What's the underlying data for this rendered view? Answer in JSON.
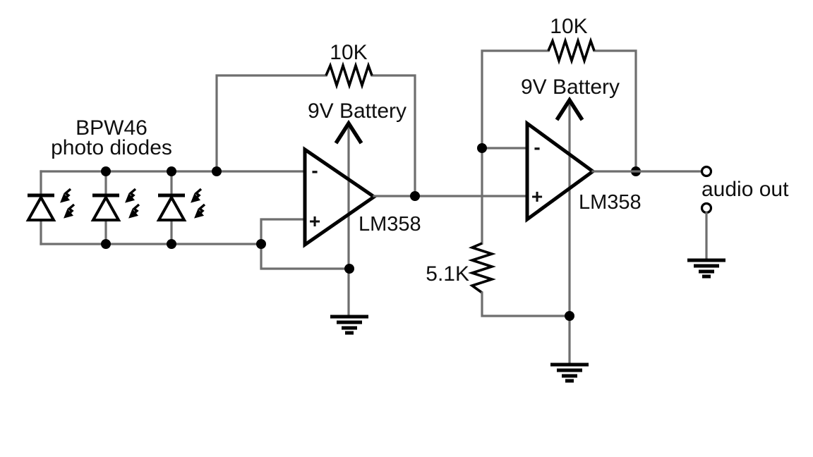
{
  "schematic": {
    "colors": {
      "background": "#ffffff",
      "wire": "#6e6e6e",
      "symbol": "#000000",
      "text": "#0f0f0f"
    },
    "photodiode_array": {
      "label_line1": "BPW46",
      "label_line2": "photo diodes",
      "diode_count": 3
    },
    "stage1": {
      "feedback_resistor_label": "10K",
      "power_label": "9V Battery",
      "opamp_label": "LM358",
      "inverting_mark": "-",
      "noninverting_mark": "+"
    },
    "stage2": {
      "feedback_resistor_label": "10K",
      "power_label": "9V Battery",
      "opamp_label": "LM358",
      "ground_resistor_label": "5.1K",
      "inverting_mark": "-",
      "noninverting_mark": "+"
    },
    "output": {
      "label": "audio out"
    }
  }
}
